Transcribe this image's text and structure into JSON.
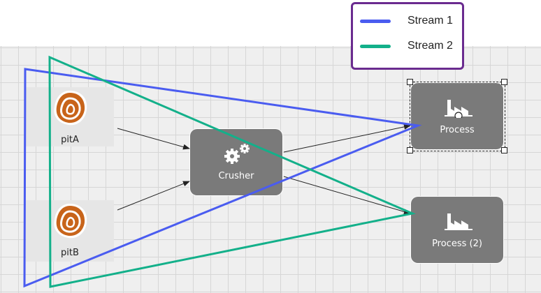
{
  "legend": {
    "items": [
      {
        "label": "Stream 1",
        "color": "#4a5cf0"
      },
      {
        "label": "Stream 2",
        "color": "#13b08a"
      }
    ]
  },
  "nodes": {
    "pitA": {
      "label": "pitA",
      "icon": "ore-pit-icon"
    },
    "pitB": {
      "label": "pitB",
      "icon": "ore-pit-icon"
    },
    "crusher": {
      "label": "Crusher",
      "icon": "gears-icon"
    },
    "process": {
      "label": "Process",
      "icon": "factory-icon",
      "selected": true
    },
    "process2": {
      "label": "Process (2)",
      "icon": "factory-icon"
    }
  },
  "connections": [
    {
      "from": "pitA",
      "to": "crusher"
    },
    {
      "from": "pitB",
      "to": "crusher"
    },
    {
      "from": "crusher",
      "to": "process"
    },
    {
      "from": "crusher",
      "to": "process2"
    }
  ],
  "streams": [
    {
      "name": "Stream 1",
      "color": "#4a5cf0"
    },
    {
      "name": "Stream 2",
      "color": "#13b08a"
    }
  ]
}
